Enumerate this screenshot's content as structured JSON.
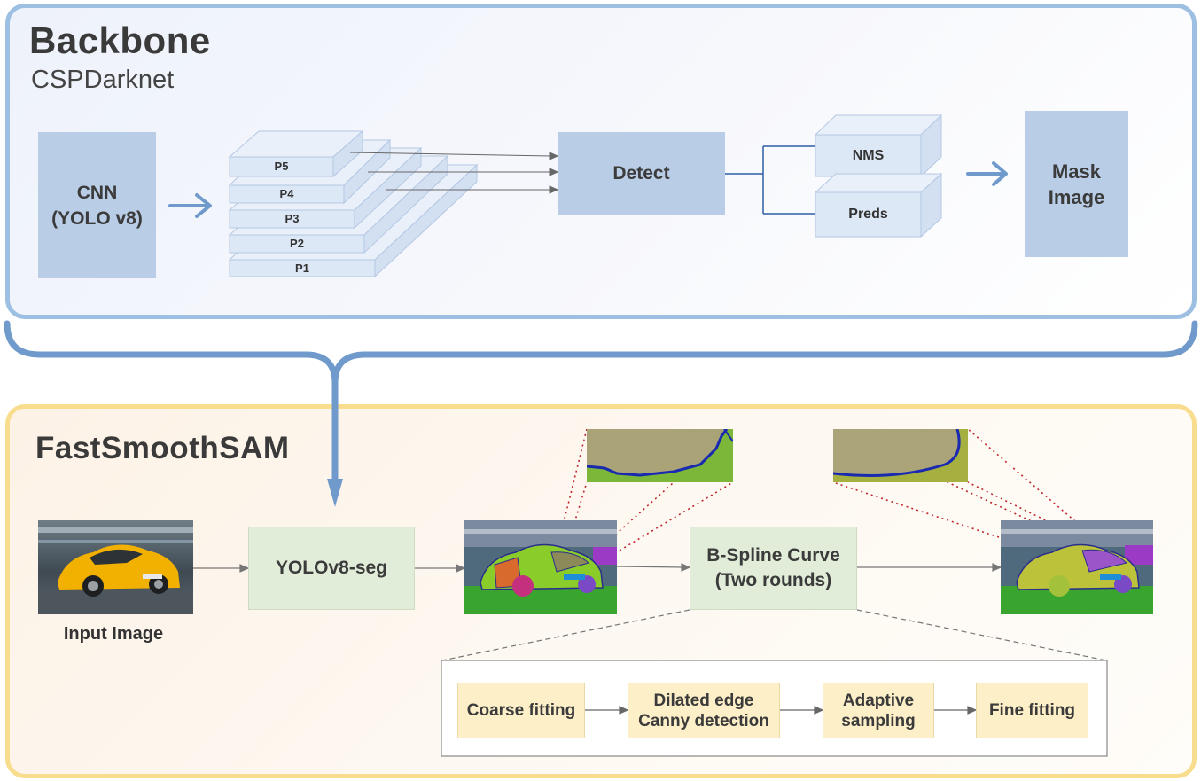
{
  "backbone": {
    "title": "Backbone",
    "subtitle": "CSPDarknet",
    "cnn_label": "CNN\n(YOLO v8)",
    "pyramid_levels": [
      "P5",
      "P4",
      "P3",
      "P2",
      "P1"
    ],
    "detect_label": "Detect",
    "nms_label": "NMS",
    "preds_label": "Preds",
    "mask_label": "Mask\nImage"
  },
  "fastsmoothsam": {
    "title": "FastSmoothSAM",
    "input_caption": "Input Image",
    "yolo_seg_label": "YOLOv8-seg",
    "bspline_label": "B-Spline Curve\n(Two rounds)",
    "substeps": [
      "Coarse fitting",
      "Dilated edge\nCanny detection",
      "Adaptive\nsampling",
      "Fine fitting"
    ]
  },
  "colors": {
    "backbone_border": "#9dbfe2",
    "fss_border": "#f8dd8e",
    "block_blue": "#b9cde6",
    "block_green": "#e1edd8",
    "block_cream": "#fdefc7",
    "connector_blue": "#6f9acb"
  }
}
